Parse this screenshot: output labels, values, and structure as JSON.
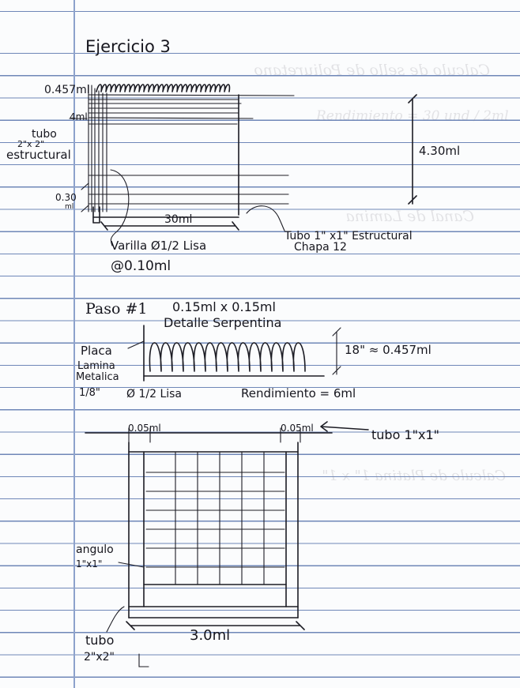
{
  "title": "Ejercicio 3",
  "sketch1": {
    "height_label": "0.457ml",
    "gap_label": "4ml",
    "tube_label_1": "tubo",
    "tube_label_2": "2\"x 2\"",
    "tube_label_3": "estructural",
    "small_label": "0.30",
    "small_unit": "ml",
    "right_dim": "4.30ml",
    "bottom_dim": "30ml",
    "rod_label": "Varilla Ø1/2 Lisa",
    "spacing_label": "@0.10ml",
    "tube1_label": "Tubo 1\" x1\" Estructural",
    "chapa_label": "Chapa 12"
  },
  "step1": {
    "paso": "Paso #1",
    "size": "0.15ml x 0.15ml",
    "detail_title": "Detalle Serpentina",
    "placa": "Placa",
    "lamina": "Lamina",
    "metalica": "Metalica",
    "thickness": "1/8\"",
    "rod": "Ø 1/2 Lisa",
    "height_note": "18\" ≈ 0.457ml",
    "rendimiento": "Rendimiento = 6ml"
  },
  "frame": {
    "left_dim": "0.05ml",
    "right_dim": "0.05ml",
    "tube_top": "tubo 1\"x1\"",
    "angulo_1": "angulo",
    "angulo_2": "1\"x1\"",
    "width_dim": "3.0ml",
    "tube_bottom_1": "tubo",
    "tube_bottom_2": "2\"x2\""
  },
  "bleed_through": [
    "Calculo de sello de Poliuretano",
    "Rendimiento = 30 und / 2ml",
    "Canal de Lamina",
    "Calculo de Platina 1\" x 1\""
  ]
}
